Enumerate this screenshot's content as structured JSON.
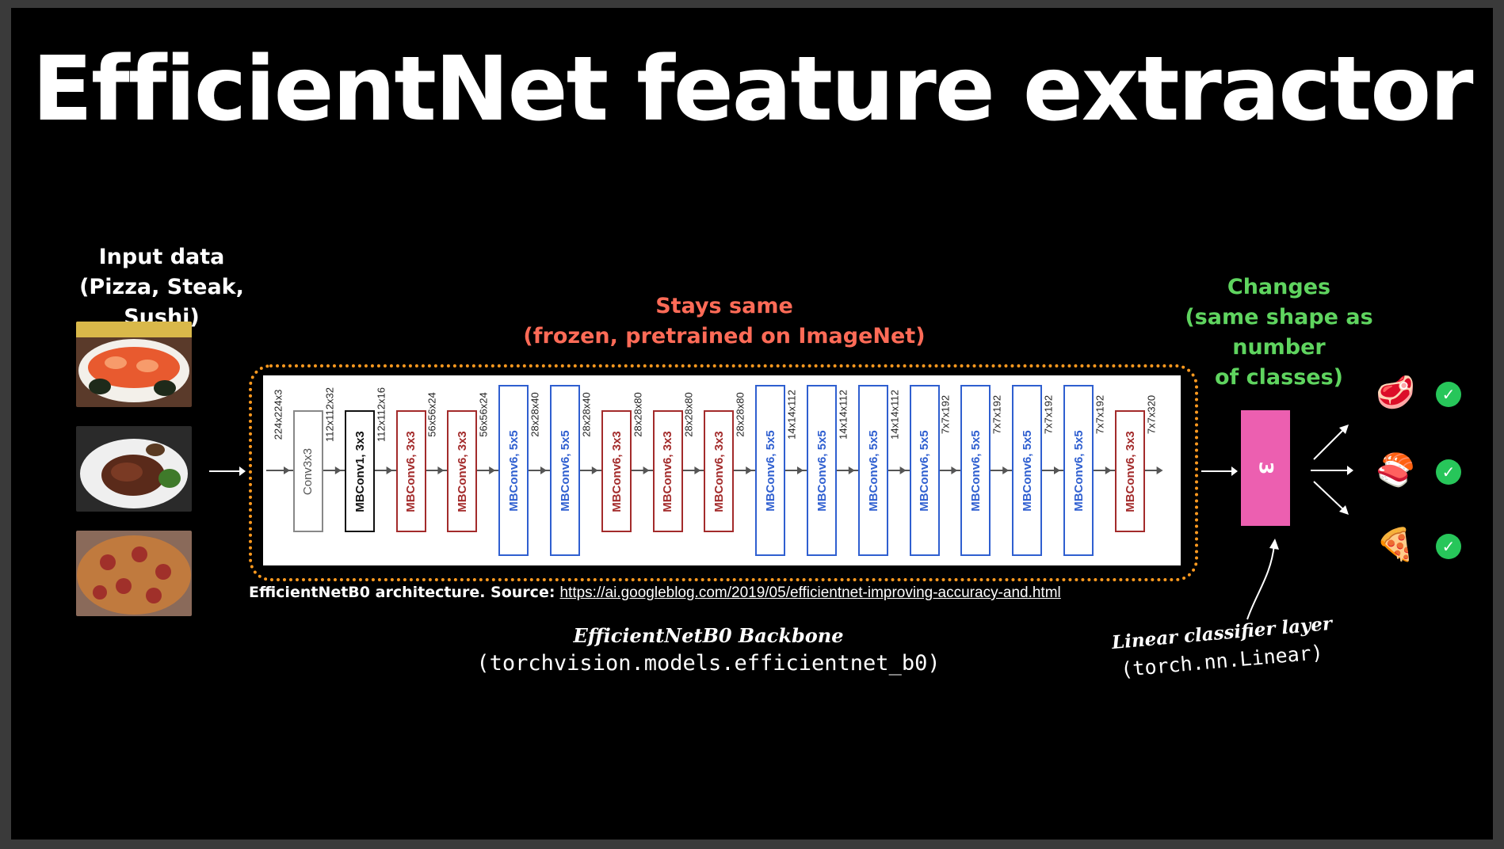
{
  "title": "EfficientNet feature extractor",
  "input_label": {
    "line1": "Input data",
    "line2": "(Pizza, Steak, Sushi)"
  },
  "input_images": [
    {
      "name": "sushi-image",
      "color": "#c8553a"
    },
    {
      "name": "steak-image",
      "color": "#6b3a26"
    },
    {
      "name": "pizza-image",
      "color": "#b0633c"
    }
  ],
  "frozen_label": {
    "line1": "Stays same",
    "line2": "(frozen, pretrained on ImageNet)"
  },
  "changes_label": {
    "line1": "Changes",
    "line2": "(same shape as number",
    "line3": "of classes)"
  },
  "architecture": {
    "shapes": [
      "224x224x3",
      "112x112x32",
      "112x112x16",
      "56x56x24",
      "56x56x24",
      "28x28x40",
      "28x28x40",
      "28x28x80",
      "28x28x80",
      "28x28x80",
      "14x14x112",
      "14x14x112",
      "14x14x112",
      "7x7x192",
      "7x7x192",
      "7x7x192",
      "7x7x192",
      "7x7x320"
    ],
    "layers": [
      {
        "label": "Conv3x3",
        "kind": "conv"
      },
      {
        "label": "MBConv1, 3x3",
        "kind": "mb1"
      },
      {
        "label": "MBConv6, 3x3",
        "kind": "mb3"
      },
      {
        "label": "MBConv6, 3x3",
        "kind": "mb3"
      },
      {
        "label": "MBConv6, 5x5",
        "kind": "mb5"
      },
      {
        "label": "MBConv6, 5x5",
        "kind": "mb5"
      },
      {
        "label": "MBConv6, 3x3",
        "kind": "mb3"
      },
      {
        "label": "MBConv6, 3x3",
        "kind": "mb3"
      },
      {
        "label": "MBConv6, 3x3",
        "kind": "mb3"
      },
      {
        "label": "MBConv6, 5x5",
        "kind": "mb5"
      },
      {
        "label": "MBConv6, 5x5",
        "kind": "mb5"
      },
      {
        "label": "MBConv6, 5x5",
        "kind": "mb5"
      },
      {
        "label": "MBConv6, 5x5",
        "kind": "mb5"
      },
      {
        "label": "MBConv6, 5x5",
        "kind": "mb5"
      },
      {
        "label": "MBConv6, 5x5",
        "kind": "mb5"
      },
      {
        "label": "MBConv6, 5x5",
        "kind": "mb5"
      },
      {
        "label": "MBConv6, 3x3",
        "kind": "mb3"
      }
    ]
  },
  "source": {
    "prefix": "EfficientNetB0 architecture. Source:",
    "url": "https://ai.googleblog.com/2019/05/efficientnet-improving-accuracy-and.html"
  },
  "backbone": {
    "line1": "EfficientNetB0 Backbone",
    "line2": "(torchvision.models.efficientnet_b0)"
  },
  "classifier": {
    "box_label": "3",
    "line1": "Linear classifier layer",
    "line2": "(torch.nn.Linear)"
  },
  "outputs": [
    {
      "emoji": "🥩",
      "check": "✓"
    },
    {
      "emoji": "🍣",
      "check": "✓"
    },
    {
      "emoji": "🍕",
      "check": "✓"
    }
  ],
  "colors": {
    "frozen_red": "#ff6b57",
    "changes_green": "#5fd45f",
    "dotted_frame": "#ff9a1f",
    "linear_pink": "#ec5fb0",
    "mb3_red": "#a32b2b",
    "mb5_blue": "#2f5fd0",
    "check_green": "#27c65a"
  }
}
